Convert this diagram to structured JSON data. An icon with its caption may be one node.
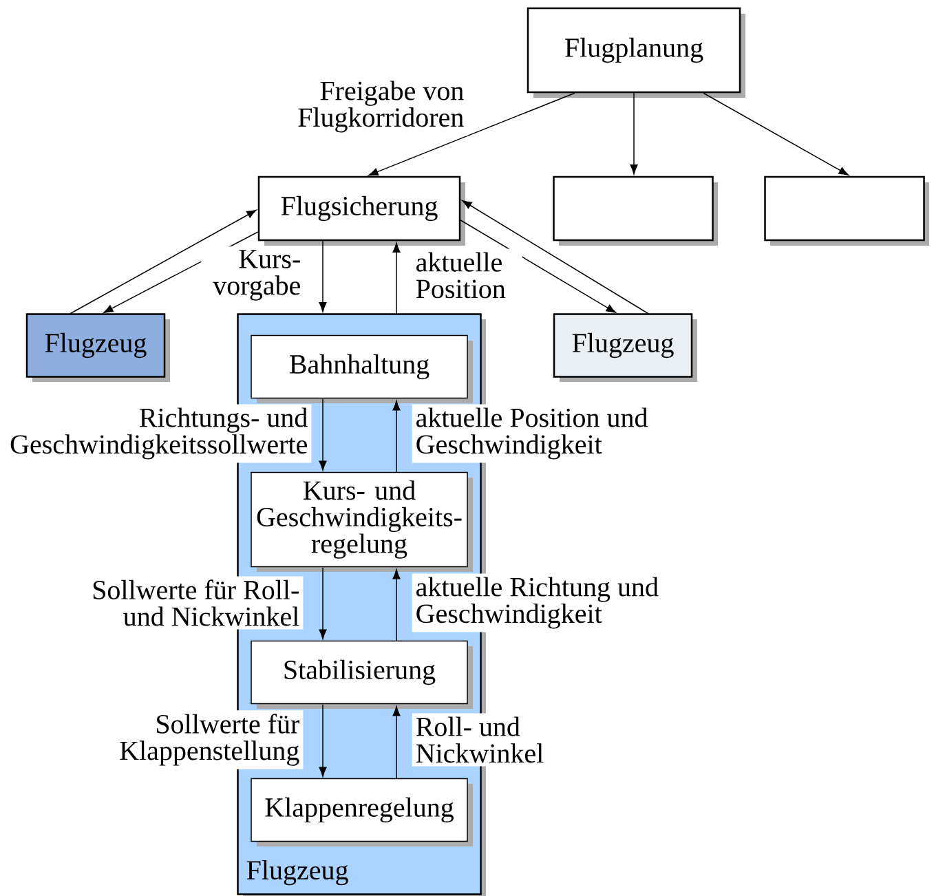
{
  "diagram": {
    "nodes": [
      {
        "text": [
          "Flugplanung"
        ]
      },
      {
        "text": [
          "Flugsicherung"
        ]
      },
      {
        "text": [],
        "shape": "box"
      },
      {
        "text": [],
        "shape": "box"
      },
      {
        "text": [
          "Flugzeug"
        ]
      },
      {
        "text": [
          "Flugzeug"
        ]
      },
      {
        "text": [
          "Bahnhaltung"
        ],
        "in": 5
      },
      {
        "text": [
          "Kurs- und Geschwindigkeits- regelung"
        ],
        "in": 5
      },
      {
        "text": [
          "Stabilisierung"
        ],
        "in": 5
      },
      {
        "text": [
          "Klappenregelung"
        ],
        "in": 5
      },
      {
        "text": [
          "Flugzeug"
        ]
      }
    ],
    "edges": [
      {
        "from": 0,
        "to": 1,
        "arrow": "to",
        "label": "Freigabe von Flugkorridoren"
      },
      {
        "from": 0,
        "to": 2,
        "arrow": "to"
      },
      {
        "from": 0,
        "to": 3,
        "arrow": "to"
      },
      {
        "from": 4,
        "to": 1,
        "arrow": "to"
      },
      {
        "from": 1,
        "to": 4,
        "arrow": "to"
      },
      {
        "from": 1,
        "to": 5,
        "arrow": "to",
        "label": "Kurs- vorgabe"
      },
      {
        "from": 5,
        "to": 1,
        "arrow": "to",
        "label": "aktuelle Position"
      },
      {
        "from": 1,
        "to": 10,
        "arrow": "to"
      },
      {
        "from": 10,
        "to": 1,
        "arrow": "to"
      },
      {
        "from": 6,
        "to": 7,
        "arrow": "to",
        "label": "Richtungs- und Geschwindigkeitssollwerte"
      },
      {
        "from": 7,
        "to": 6,
        "arrow": "to",
        "label": "aktuelle Position und Geschwindigkeit"
      },
      {
        "from": 7,
        "to": 8,
        "arrow": "to",
        "label": "Sollwerte für Roll- und Nickwinkel"
      },
      {
        "from": 8,
        "to": 7,
        "arrow": "to",
        "label": "aktuelle Richtung und Geschwindigkeit"
      },
      {
        "from": 8,
        "to": 9,
        "arrow": "to",
        "label": "Sollwerte für Klappenstellung"
      },
      {
        "from": 9,
        "to": 8,
        "arrow": "to",
        "label": "Roll- und Nickwinkel"
      }
    ]
  }
}
